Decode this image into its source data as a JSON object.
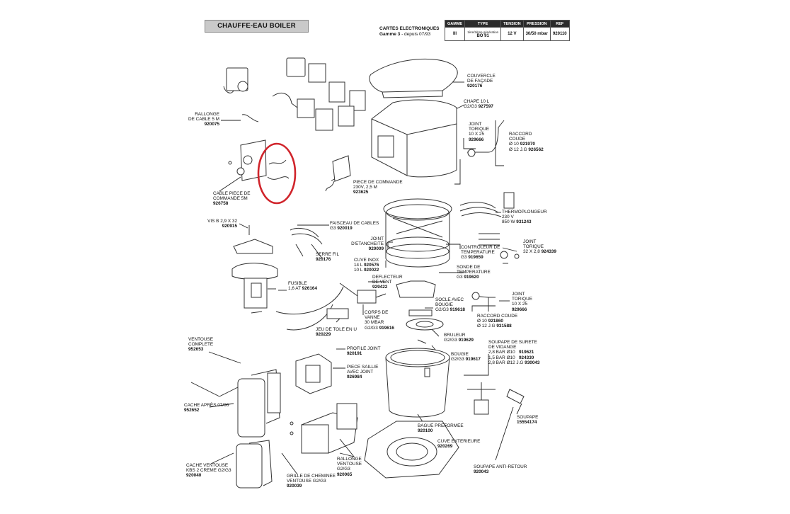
{
  "header": {
    "title": "CHAUFFE-EAU BOILER",
    "cartes_title": "CARTES ELECTRONIQUES",
    "cartes_gamme": "Gamme 3",
    "cartes_since": " - depuis 07/93"
  },
  "spec_table": {
    "headers": [
      "GAMME",
      "TYPE",
      "TENSION",
      "PRESSION",
      "REF"
    ],
    "row": {
      "gamme": "III",
      "type_note": "1ère/2ème génération",
      "type": "BO 91",
      "tension": "12 V",
      "pression": "30/50 mbar",
      "ref": "920110"
    }
  },
  "parts": [
    {
      "id": "couvercle",
      "name": "COUVERCLE\nDE FAÇADE",
      "ref": "920176"
    },
    {
      "id": "chape",
      "name": "CHAPE 10 L\nG2/G3",
      "ref": "927597"
    },
    {
      "id": "joint-torique-1",
      "name": "JOINT\nTORIQUE\n10 X 25",
      "ref": "929666"
    },
    {
      "id": "raccord-coude-1",
      "name": "RACCORD\nCOUDE",
      "lines": [
        {
          "label": "Ø 10",
          "ref": "921970"
        },
        {
          "label": "Ø 12 J.G",
          "ref": "926562"
        }
      ]
    },
    {
      "id": "rallonge-cable",
      "name": "RALLONGE\nDE CABLE 5 M",
      "ref": "920075"
    },
    {
      "id": "cable-piece",
      "name": "CABLE PIECE DE\nCOMMANDE 5M",
      "ref": "926758"
    },
    {
      "id": "piece-commande",
      "name": "PIECE DE COMMANDE\n230V, 2,5 M",
      "ref": "923625"
    },
    {
      "id": "thermoplongeur",
      "name": "THERMOPLONGEUR\n230 V\n850 W",
      "ref": "931243"
    },
    {
      "id": "vis",
      "name": "VIS B 2,9 X 32",
      "ref": "920915"
    },
    {
      "id": "faisceau",
      "name": "FAISCEAU DE CABLES\nG3",
      "ref": "920019"
    },
    {
      "id": "joint-etancheite",
      "name": "JOINT\nD'ETANCHEITE",
      "ref": "920009"
    },
    {
      "id": "joint-torique-2",
      "name": "JOINT\nTORIQUE\n32 X 2,8",
      "ref": "924339"
    },
    {
      "id": "controleur",
      "name": "CONTROLEUR DE\nTEMPERATURE\nG3",
      "ref": "919659"
    },
    {
      "id": "serre-fil",
      "name": "SERRE FIL",
      "ref": "920176"
    },
    {
      "id": "cuve-inox",
      "name": "CUVE INOX",
      "lines": [
        {
          "label": "14 L",
          "ref": "920576"
        },
        {
          "label": "10 L",
          "ref": "920022"
        }
      ]
    },
    {
      "id": "sonde",
      "name": "SONDE DE\nTEMPERATURE\nG3",
      "ref": "919620"
    },
    {
      "id": "deflecteur",
      "name": "DEFLECTEUR\nDE VENT",
      "ref": "929422"
    },
    {
      "id": "fusible",
      "name": "FUSIBLE\n1,6 AT",
      "ref": "926164"
    },
    {
      "id": "joint-torique-3",
      "name": "JOINT\nTORIQUE\n10 X 25",
      "ref": "929666"
    },
    {
      "id": "socle",
      "name": "SOCLE AVEC\nBOUGIE\nG2/G3",
      "ref": "919618"
    },
    {
      "id": "corps-vanne",
      "name": "CORPS DE\nVANNE\n30 MBAR\nG2/G3",
      "ref": "919616"
    },
    {
      "id": "raccord-coude-2",
      "name": "RACCORD COUDE",
      "lines": [
        {
          "label": "Ø 10",
          "ref": "921860"
        },
        {
          "label": "Ø 12 J.G",
          "ref": "931588"
        }
      ]
    },
    {
      "id": "jeu-tole",
      "name": "JEU DE TOLE EN U",
      "ref": "920229"
    },
    {
      "id": "bruleur",
      "name": "BRULEUR\nG2/G3",
      "ref": "919629"
    },
    {
      "id": "ventouse-complete",
      "name": "VENTOUSE\nCOMPLETE",
      "ref": "952653"
    },
    {
      "id": "profile-joint",
      "name": "PROFILE JOINT",
      "ref": "920191"
    },
    {
      "id": "soupape-surete",
      "name": "SOUPAPE DE SURETE\nDE VIDANGE",
      "lines": [
        {
          "label": "2,8 BAR Ø10",
          "ref": "919621"
        },
        {
          "label": "1,5 BAR Ø10",
          "ref": "924330"
        },
        {
          "label": "2,8 BAR Ø12 J.G",
          "ref": "930043"
        }
      ]
    },
    {
      "id": "bougie",
      "name": "BOUGIE\nG2/G3",
      "ref": "919617"
    },
    {
      "id": "piece-saillie",
      "name": "PIECE SAILLIE\nAVEC JOINT",
      "ref": "926984"
    },
    {
      "id": "cache-apres",
      "name": "CACHE APRÈS 07/06",
      "ref": "952652"
    },
    {
      "id": "soupape",
      "name": "SOUPAPE",
      "ref": "15554174"
    },
    {
      "id": "bague",
      "name": "BAGUE PREFORMEE",
      "ref": "920100"
    },
    {
      "id": "cuve-ext",
      "name": "CUVE EXTERIEURE",
      "ref": "920269"
    },
    {
      "id": "rallonge-ventouse",
      "name": "RALLONGE\nVENTOUSE\nG2/G3",
      "ref": "920065"
    },
    {
      "id": "cache-ventouse",
      "name": "CACHE VENTOUSE\nKBS 2 CREME G2/G3",
      "ref": "920040"
    },
    {
      "id": "soupape-anti",
      "name": "SOUPAPE ANTI-RETOUR",
      "ref": "920043"
    },
    {
      "id": "grille",
      "name": "GRILLE DE CHEMINEE\nVENTOUSE G2/G3",
      "ref": "920039"
    }
  ],
  "highlight_color": "#d0242b"
}
